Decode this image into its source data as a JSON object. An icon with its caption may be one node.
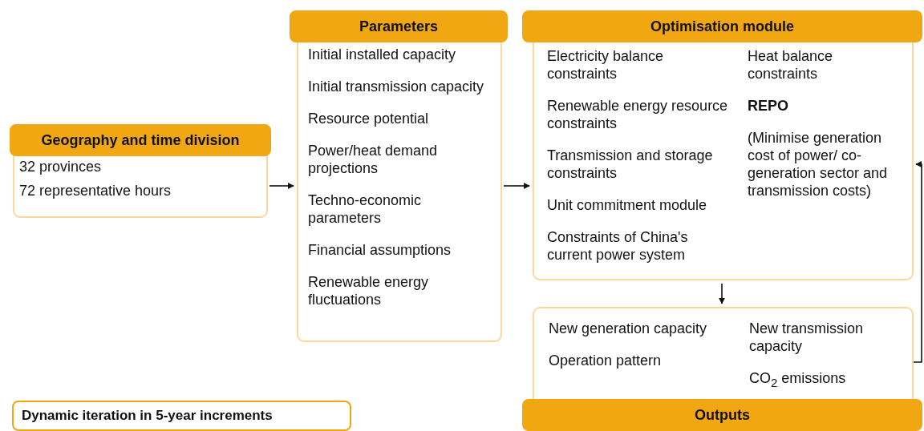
{
  "diagram": {
    "nodes": [
      {
        "text": [
          "Geography and time division",
          "32 provinces",
          "72 representative hours"
        ]
      },
      {
        "text": [
          "Parameters",
          "Initial installed capacity",
          "Initial transmission capacity",
          "Resource potential",
          "Power/heat demand projections",
          "Techno-economic parameters",
          "Financial assumptions",
          "Renewable energy fluctuations"
        ]
      },
      {
        "text": [
          "Optimisation module",
          "Electricity balance constraints",
          "Renewable energy resource constraints",
          "Transmission and storage constraints",
          "Unit commitment module",
          "Constraints of China's current power system",
          "Heat balance constraints",
          "REPO",
          "(Minimise generation cost of power/ co-generation sector and transmission costs)"
        ]
      },
      {
        "text": [
          "New generation capacity",
          "Operation pattern",
          "New transmission capacity",
          "CO$_{2}$ emissions",
          "Outputs"
        ]
      },
      {
        "text": [
          "Dynamic iteration in 5-year increments"
        ]
      }
    ],
    "edges": [
      {
        "from": 0,
        "to": 1,
        "arrow": "to"
      },
      {
        "from": 1,
        "to": 2,
        "arrow": "to"
      },
      {
        "from": 2,
        "to": 3,
        "arrow": "to"
      },
      {
        "from": 3,
        "to": 2,
        "arrow": "to"
      }
    ]
  }
}
